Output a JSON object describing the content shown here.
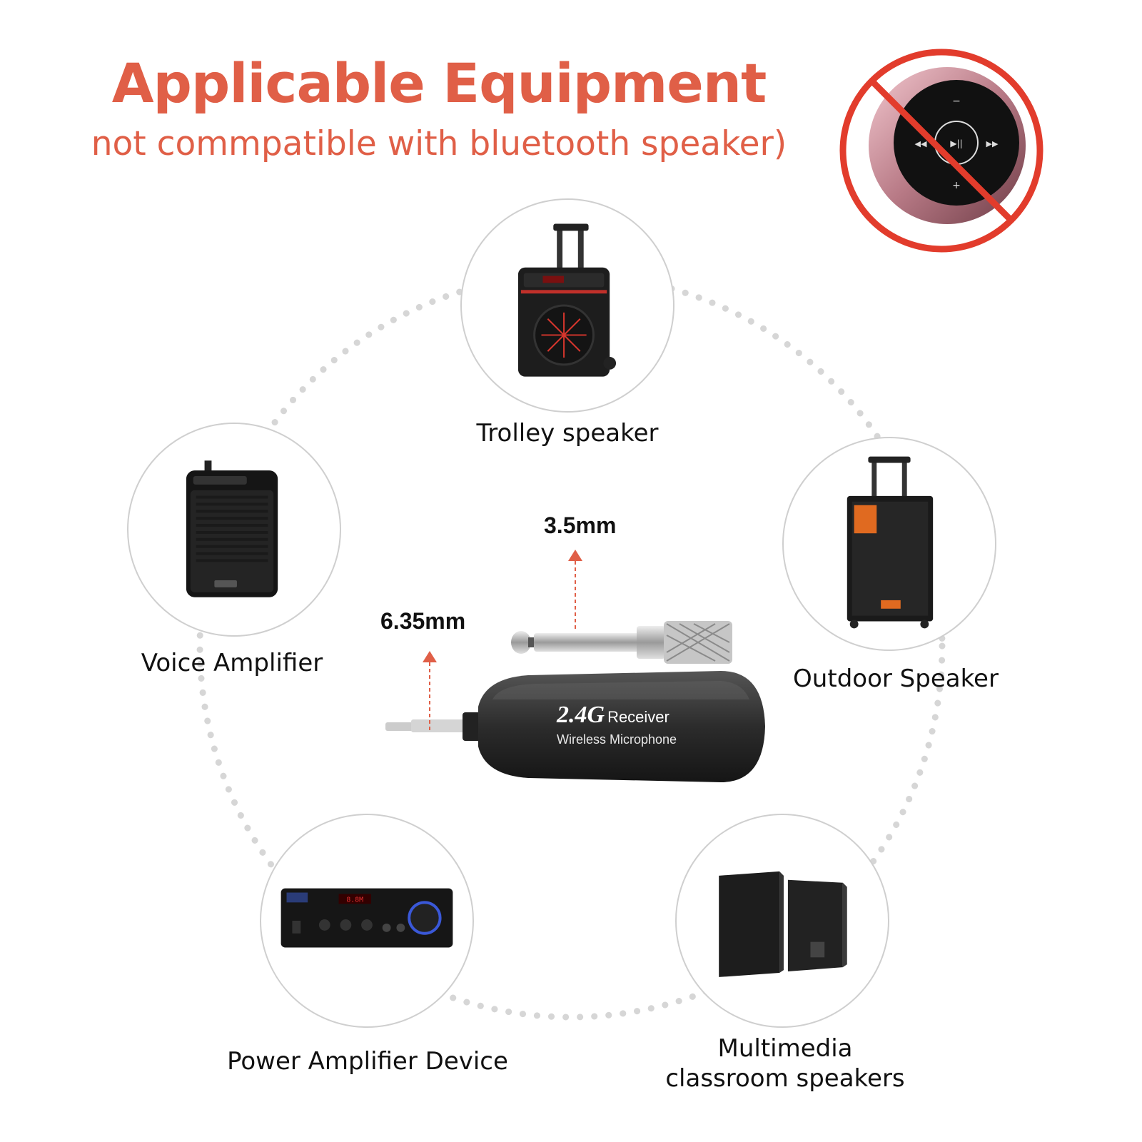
{
  "header": {
    "title": "Applicable Equipment",
    "subtitle": "not commpatible with bluetooth speaker)"
  },
  "equipment": [
    {
      "label": "Trolley speaker",
      "icon": "trolley-speaker"
    },
    {
      "label": "Voice Amplifier",
      "icon": "voice-amplifier"
    },
    {
      "label": "Outdoor Speaker",
      "icon": "outdoor-speaker"
    },
    {
      "label": "Power Amplifier Device",
      "icon": "power-amplifier"
    },
    {
      "label": "Multimedia classroom speakers",
      "icon": "classroom-speakers"
    }
  ],
  "receiver": {
    "brand_line": "2.4G",
    "brand_suffix": "Receiver",
    "product_line": "Wireless Microphone",
    "dim_small": "3.5mm",
    "dim_large": "6.35mm"
  },
  "colors": {
    "accent": "#e05f47",
    "prohibit": "#e23c2c",
    "arrow": "#e05f47"
  }
}
